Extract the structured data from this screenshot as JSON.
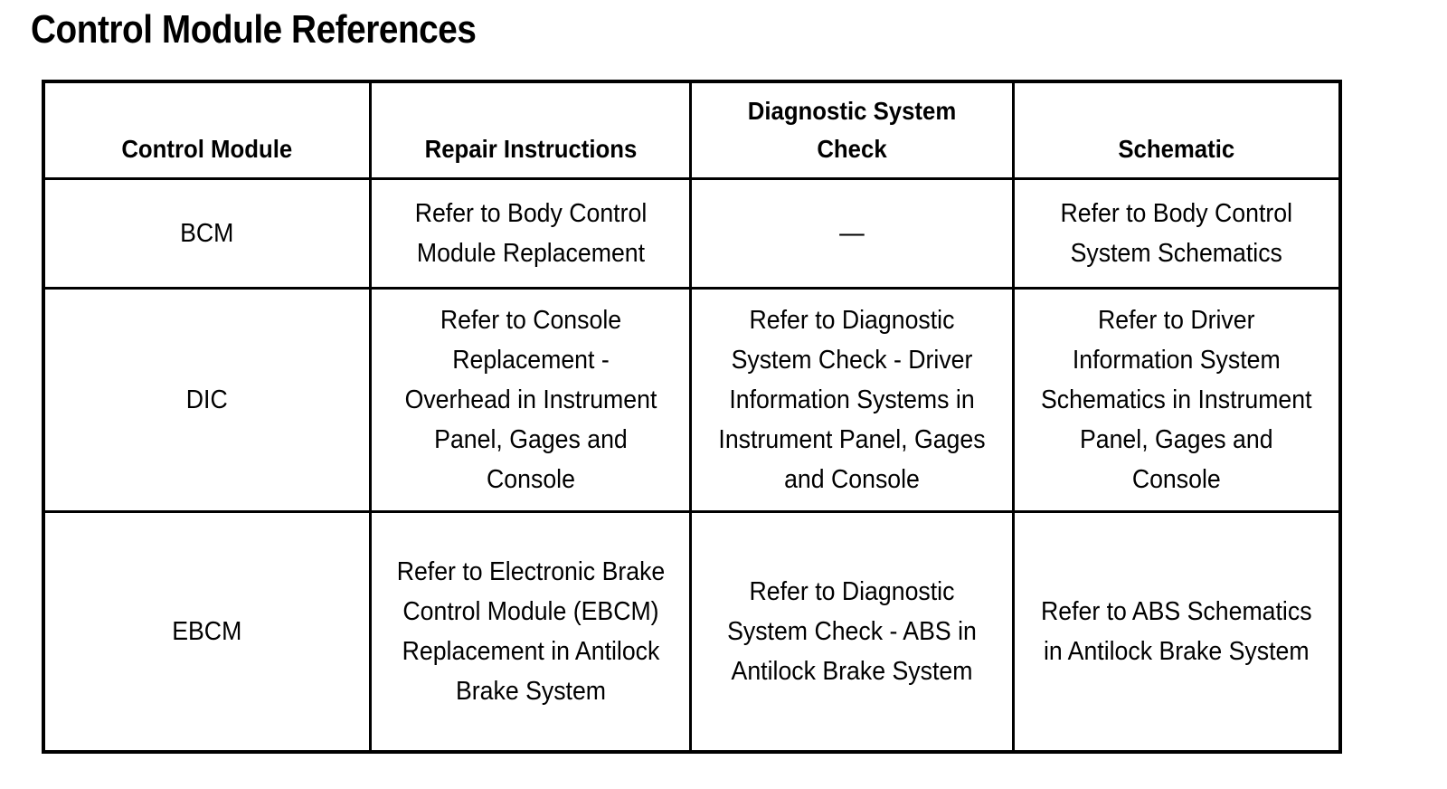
{
  "document": {
    "title": "Control Module References"
  },
  "table": {
    "columns": [
      {
        "label": "Control Module",
        "lines": 1
      },
      {
        "label": "Repair Instructions",
        "lines": 1
      },
      {
        "label": "Diagnostic System\nCheck",
        "lines": 2
      },
      {
        "label": "Schematic",
        "lines": 1
      }
    ],
    "headers": [
      "Control Module",
      "Repair Instructions",
      "Diagnostic System Check",
      "Schematic"
    ],
    "header_line_1": "Diagnostic System",
    "header_line_2": "Check",
    "rows": [
      {
        "module": "BCM",
        "repair_instructions": "Refer to Body Control Module Replacement",
        "diagnostic_system_check": "—",
        "schematic": "Refer to Body Control System Schematics"
      },
      {
        "module": "DIC",
        "repair_instructions": "Refer to Console Replacement - Overhead in Instrument Panel, Gages and Console",
        "diagnostic_system_check": "Refer to Diagnostic System Check - Driver Information Systems in Instrument Panel, Gages and Console",
        "schematic": "Refer to Driver Information System Schematics in Instrument Panel, Gages and Console"
      },
      {
        "module": "EBCM",
        "repair_instructions": "Refer to Electronic Brake Control Module (EBCM) Replacement in Antilock Brake System",
        "diagnostic_system_check": "Refer to Diagnostic System Check - ABS in Antilock Brake System",
        "schematic": "Refer to ABS Schematics in Antilock Brake System"
      }
    ]
  },
  "style": {
    "text_color": "#000000",
    "background_color": "#ffffff",
    "border_color": "#000000"
  }
}
